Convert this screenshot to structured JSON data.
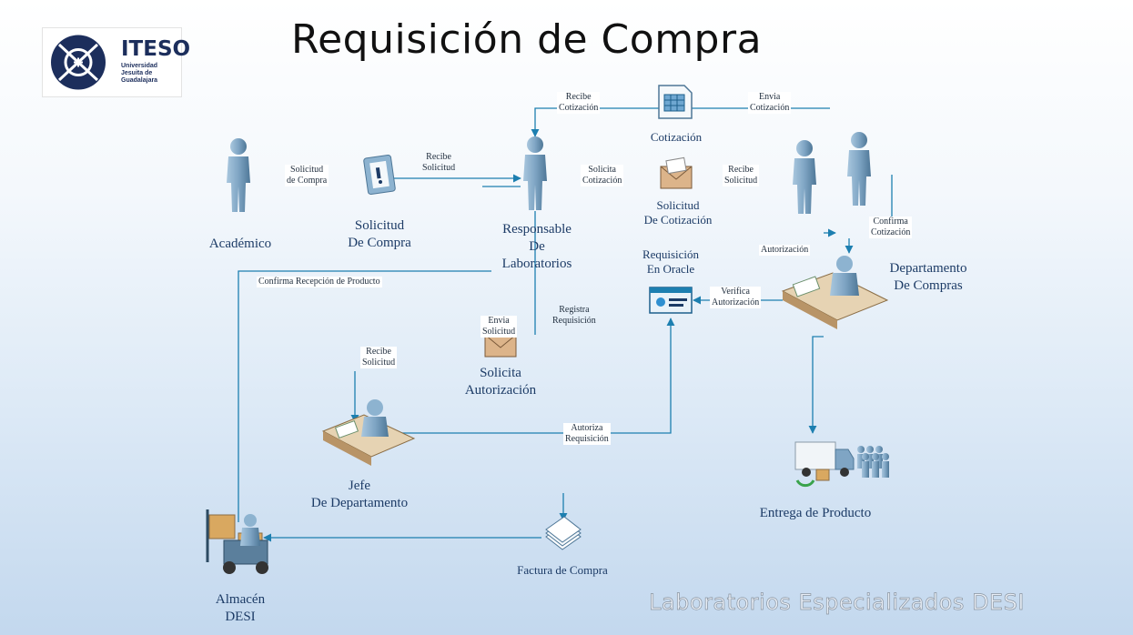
{
  "title": "Requisición de Compra",
  "logo": {
    "name": "ITESO",
    "subtitle": "Universidad Jesuita de Guadalajara"
  },
  "nodes": {
    "academico": "Académico",
    "solicitud_compra": [
      "Solicitud",
      "De Compra"
    ],
    "responsable": [
      "Responsable",
      "De",
      "Laboratorios"
    ],
    "cotizacion": "Cotización",
    "solicitud_cotizacion": [
      "Solicitud",
      "De Cotización"
    ],
    "departamento_compras": [
      "Departamento",
      "De Compras"
    ],
    "requisicion_oracle": [
      "Requisición",
      "En Oracle"
    ],
    "solicita_autorizacion": [
      "Solicita",
      "Autorización"
    ],
    "jefe": [
      "Jefe",
      "De Departamento"
    ],
    "entrega": "Entrega de Producto",
    "factura": "Factura de Compra",
    "almacen": [
      "Almacén",
      "DESI"
    ]
  },
  "edges": {
    "solicitud_de_compra": [
      "Solicitud",
      "de Compra"
    ],
    "recibe_solicitud_1": [
      "Recibe",
      "Solicitud"
    ],
    "recibe_cotizacion": [
      "Recibe",
      "Cotización"
    ],
    "envia_cotizacion": [
      "Envia",
      "Cotización"
    ],
    "solicita_cotizacion": [
      "Solicita",
      "Cotización"
    ],
    "recibe_solicitud_2": [
      "Recibe",
      "Solicitud"
    ],
    "confirma_cotizacion": [
      "Confirma",
      "Cotización"
    ],
    "autorizacion": "Autorización",
    "verifica_autorizacion": [
      "Verifica",
      "Autorización"
    ],
    "registra_requisicion": [
      "Registra",
      "Requisición"
    ],
    "envia_solicitud": [
      "Envia",
      "Solicitud"
    ],
    "recibe_solicitud_3": [
      "Recibe",
      "Solicitud"
    ],
    "autoriza_requisicion": [
      "Autoriza",
      "Requisición"
    ],
    "confirma_recepcion": "Confirma Recepción de Producto"
  },
  "footer": "Laboratorios Especializados DESI",
  "colors": {
    "line": "#1d7fb0",
    "person": "#7fa5c4",
    "text": "#1c3b66",
    "logo": "#1c2e5c"
  }
}
